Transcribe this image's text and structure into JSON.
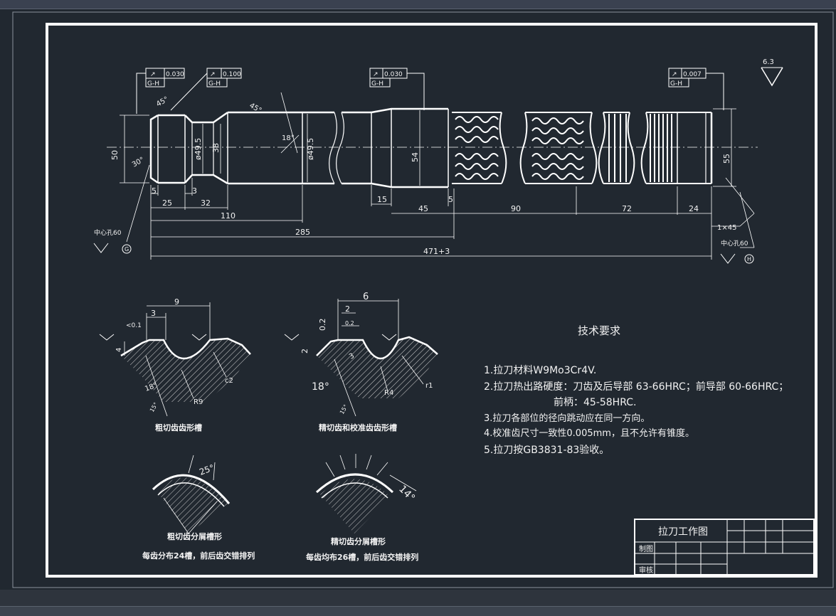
{
  "colors": {
    "background": "#212830",
    "lines": "#ffffff",
    "hatch": "#cfcfcf"
  },
  "tolerance_frames": [
    {
      "value": "0.030",
      "datum": "G-H"
    },
    {
      "value": "0.100",
      "datum": "G-H"
    },
    {
      "value": "0.030",
      "datum": "G-H"
    },
    {
      "value": "0.007",
      "datum": "G-H"
    }
  ],
  "roughness_corner": "6.3",
  "dims": {
    "d50": "50",
    "d495a": "ø49.5",
    "d38": "38",
    "d495b": "ø49.5",
    "d54": "54",
    "d55": "55",
    "chamfer45": "45°",
    "ang30": "30°",
    "ang18": "18°",
    "l5a": "5",
    "l3": "3",
    "l25": "25",
    "l32": "32",
    "l110": "110",
    "l285": "285",
    "l471": "471+3",
    "l15": "15",
    "l5b": "5",
    "l45": "45",
    "l90": "90",
    "l72": "72",
    "l24": "24",
    "c145": "1×45",
    "cd60a": "中心孔60",
    "cd60b": "中心孔60",
    "mg": "G",
    "mh": "H"
  },
  "details": {
    "rough_label": "粗切齿齿形槽",
    "rough": {
      "d9": "9",
      "d3": "3",
      "d01": "<0.1",
      "d4": "4",
      "ang18": "18°",
      "ang15": "15°",
      "r9": "R9",
      "c2": "c2"
    },
    "fine_label": "精切齿和校准齿齿形槽",
    "fine": {
      "d6": "6",
      "d02a": "0.2",
      "d2top": "2",
      "d02b": "0.2",
      "d2side": "2",
      "d3": "3",
      "ang18": "18°",
      "ang15": "15°",
      "r4": "R4",
      "r1": "r1"
    },
    "rough_split_title": "粗切齿分屑槽形",
    "rough_split_note": "每齿分布24槽，前后齿交错排列",
    "rough_split_ang": "25°",
    "fine_split_title": "精切齿分屑槽形",
    "fine_split_note": "每齿均布26槽，前后齿交错排列",
    "fine_split_ang": "14°"
  },
  "tech_req": {
    "title": "技术要求",
    "items": [
      "1.拉刀材料W9Mo3Cr4V.",
      "2.拉刀热出路硬度：刀齿及后导部 63-66HRC；前导部 60-66HRC；",
      "前柄：45-58HRC.",
      "3.拉刀各部位的径向跳动应在同一方向。",
      "4.校准齿尺寸一致性0.005mm，且不允许有锥度。",
      "5.拉刀按GB3831-83验收。"
    ]
  },
  "title_block": {
    "title": "拉刀工作图",
    "drawn": "制图",
    "checked": "审核"
  }
}
